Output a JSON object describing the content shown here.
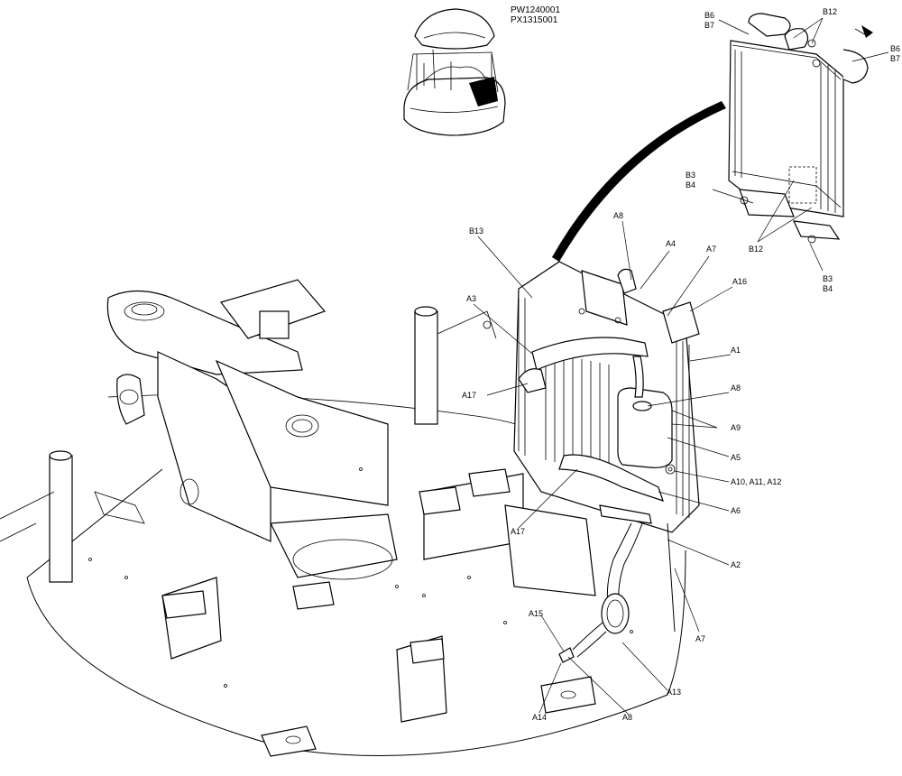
{
  "reference_codes": [
    "PW1240001",
    "PX1315001"
  ],
  "callouts": [
    {
      "id": "B6-top",
      "lines": [
        "B6",
        "B7"
      ]
    },
    {
      "id": "B12-top",
      "lines": [
        "B12"
      ]
    },
    {
      "id": "B6-right",
      "lines": [
        "B6",
        "B7"
      ]
    },
    {
      "id": "B3-left",
      "lines": [
        "B3",
        "B4"
      ]
    },
    {
      "id": "B12-bottom",
      "lines": [
        "B12"
      ]
    },
    {
      "id": "B3-bottom",
      "lines": [
        "B3",
        "B4"
      ]
    },
    {
      "id": "A8-top",
      "lines": [
        "A8"
      ]
    },
    {
      "id": "A4",
      "lines": [
        "A4"
      ]
    },
    {
      "id": "A7-top",
      "lines": [
        "A7"
      ]
    },
    {
      "id": "B13",
      "lines": [
        "B13"
      ]
    },
    {
      "id": "A16",
      "lines": [
        "A16"
      ]
    },
    {
      "id": "A3",
      "lines": [
        "A3"
      ]
    },
    {
      "id": "A1",
      "lines": [
        "A1"
      ]
    },
    {
      "id": "A8-mid",
      "lines": [
        "A8"
      ]
    },
    {
      "id": "A17-left",
      "lines": [
        "A17"
      ]
    },
    {
      "id": "A9",
      "lines": [
        "A9"
      ]
    },
    {
      "id": "A5",
      "lines": [
        "A5"
      ]
    },
    {
      "id": "A10",
      "lines": [
        "A10, A11, A12"
      ]
    },
    {
      "id": "A6",
      "lines": [
        "A6"
      ]
    },
    {
      "id": "A17-bottom",
      "lines": [
        "A17"
      ]
    },
    {
      "id": "A2",
      "lines": [
        "A2"
      ]
    },
    {
      "id": "A15",
      "lines": [
        "A15"
      ]
    },
    {
      "id": "A7-bottom",
      "lines": [
        "A7"
      ]
    },
    {
      "id": "A13",
      "lines": [
        "A13"
      ]
    },
    {
      "id": "A14",
      "lines": [
        "A14"
      ]
    },
    {
      "id": "A8-bottom",
      "lines": [
        "A8"
      ]
    }
  ]
}
